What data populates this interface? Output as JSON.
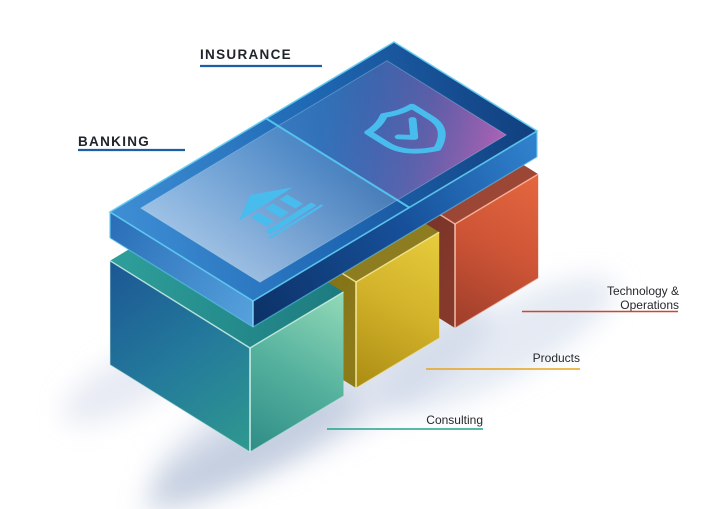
{
  "scene": {
    "description": "Isometric diagram of a floating banking and insurance platform above three business segment cubes",
    "background": "#ffffff"
  },
  "platform": {
    "insurance_label": "INSURANCE",
    "banking_label": "BANKING",
    "underline_color": "#1e5da8",
    "top_color": "#2270bc",
    "insurance_accent": "#a06ba8",
    "divider_color": "#56c6f0"
  },
  "icons": {
    "color": "#49bcee",
    "bank": "bank-building-icon",
    "shield": "shield-check-icon"
  },
  "segments": {
    "technology_label_line1": "Technology &",
    "technology_label_line2": "Operations",
    "technology_color": "#d0452f",
    "technology_cube_color": "#cc5134",
    "products_label": "Products",
    "products_color": "#e8a41b",
    "products_cube_color": "#d2ae1f",
    "consulting_label": "Consulting",
    "consulting_color": "#21a38d",
    "consulting_cube_color": "#2f9b92"
  },
  "text_color": "#23262b"
}
